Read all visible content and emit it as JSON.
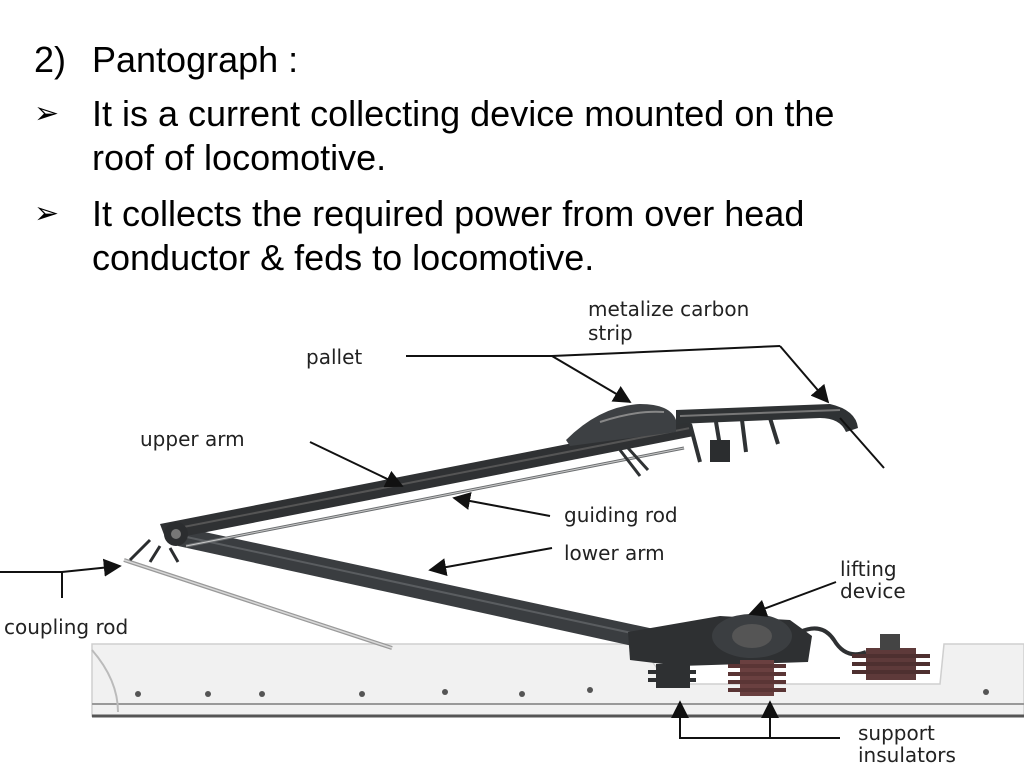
{
  "slide": {
    "heading_number": "2)",
    "heading_title": "Pantograph :",
    "bullets": [
      {
        "marker": "➢",
        "lines": [
          "It is a current collecting device mounted on the",
          "roof of locomotive."
        ]
      },
      {
        "marker": "➢",
        "lines": [
          "It  collects the required power from over head",
          "conductor & feds to locomotive."
        ]
      }
    ]
  },
  "diagram": {
    "labels": {
      "metalize_carbon_strip": [
        "metalize carbon",
        "strip"
      ],
      "pallet": "pallet",
      "upper_arm": "upper arm",
      "guiding_rod": "guiding rod",
      "lower_arm": "lower arm",
      "lifting_device": [
        "lifting",
        "device"
      ],
      "coupling_rod": "coupling rod",
      "support_insulators": [
        "support",
        "insulators"
      ]
    }
  }
}
